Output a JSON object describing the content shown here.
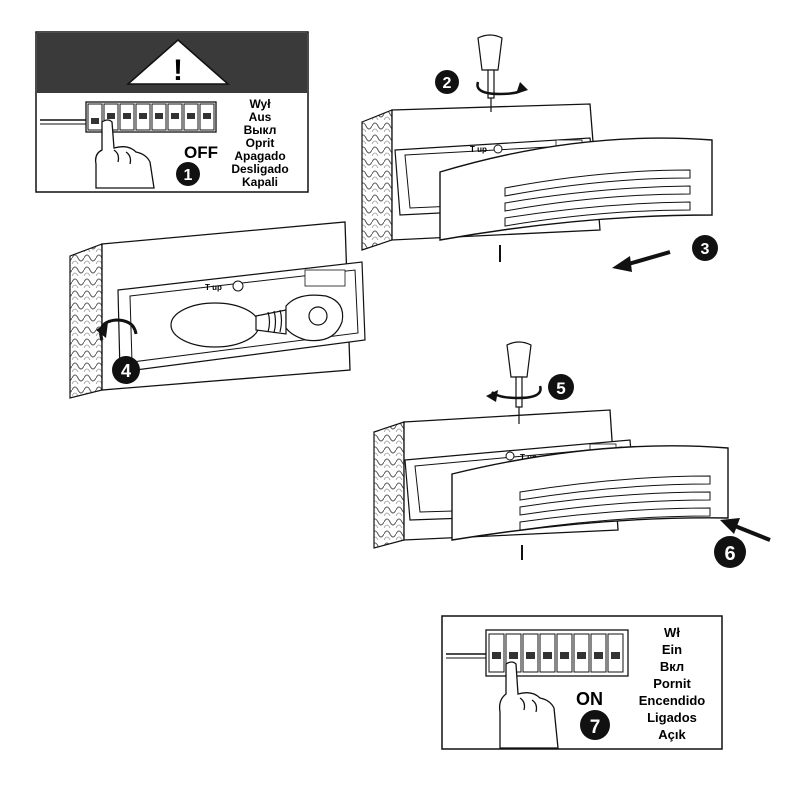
{
  "steps": [
    {
      "number": "1",
      "state": "OFF",
      "languages": [
        "Wył",
        "Aus",
        "Выкл",
        "Oprit",
        "Apagado",
        "Desligado",
        "Kapali"
      ]
    },
    {
      "number": "2"
    },
    {
      "number": "3"
    },
    {
      "number": "4"
    },
    {
      "number": "5"
    },
    {
      "number": "6"
    },
    {
      "number": "7",
      "state": "ON",
      "languages": [
        "Wł",
        "Ein",
        "Вкл",
        "Pornit",
        "Encendido",
        "Ligados",
        "Açık"
      ]
    }
  ],
  "fixture_label": "T up",
  "warning_symbol": "!",
  "colors": {
    "ink": "#111111",
    "panel_dark": "#3a3a3a",
    "wall_pattern": "#dddddd"
  },
  "icons": [
    "warning-triangle-icon",
    "screwdriver-icon",
    "hand-icon",
    "bulb-icon",
    "arrow-icon",
    "rotate-arrow-icon"
  ]
}
